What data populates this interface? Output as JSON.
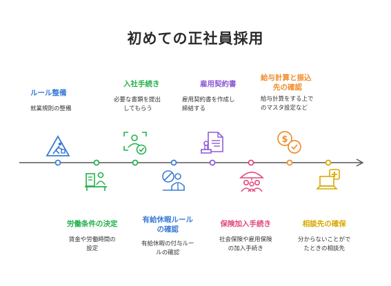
{
  "title": "初めての正社員採用",
  "colors": {
    "blue": "#3a7bd5",
    "green": "#22b14c",
    "purple": "#8e5bd6",
    "pink": "#e2477a",
    "orange": "#f08c2b",
    "gold": "#d9a800",
    "line": "#555555"
  },
  "steps_top": [
    {
      "title_lines": [
        "ルール整備"
      ],
      "desc_lines": [
        "就業規則の整備"
      ],
      "color": "#3a7bd5",
      "icon": "worker-sign-icon"
    },
    {
      "title_lines": [
        "入社手続き"
      ],
      "desc_lines": [
        "必要な書類を提出",
        "してもらう"
      ],
      "color": "#22b14c",
      "icon": "person-check-icon"
    },
    {
      "title_lines": [
        "雇用契約書"
      ],
      "desc_lines": [
        "雇用契約書を作成し",
        "締結する"
      ],
      "color": "#8e5bd6",
      "icon": "contract-stamp-icon"
    },
    {
      "title_lines": [
        "給与計算と振込",
        "先の確認"
      ],
      "desc_lines": [
        "給与計算をする上で",
        "のマスタ設定など"
      ],
      "color": "#f08c2b",
      "icon": "dollar-check-icon"
    }
  ],
  "steps_bottom": [
    {
      "title_lines": [
        "労働条件の決定"
      ],
      "desc_lines": [
        "賃金や労働時間の",
        "設定"
      ],
      "color": "#22b14c",
      "icon": "desk-worker-icon"
    },
    {
      "title_lines": [
        "有給休暇ルール",
        "の確認"
      ],
      "desc_lines": [
        "有給休暇の付与ルー",
        "ルの確認"
      ],
      "color": "#3a7bd5",
      "icon": "person-no-icon"
    },
    {
      "title_lines": [
        "保険加入手続き"
      ],
      "desc_lines": [
        "社会保険や雇用保険",
        "の加入手続き"
      ],
      "color": "#e2477a",
      "icon": "umbrella-people-icon"
    },
    {
      "title_lines": [
        "相談先の確保"
      ],
      "desc_lines": [
        "分からないことがで",
        "たときの相談先"
      ],
      "color": "#d9a800",
      "icon": "laptop-medical-icon"
    }
  ]
}
